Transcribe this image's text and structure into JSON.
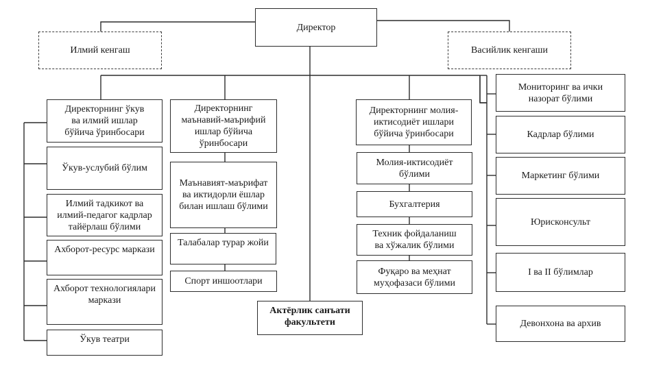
{
  "diagram": {
    "type": "org-chart",
    "root": {
      "id": "director",
      "label": "Директор"
    },
    "advisory": [
      {
        "id": "scientific-council",
        "label": "Илмий кенгаш",
        "style": "dashed"
      },
      {
        "id": "board-of-trustees",
        "label": "Васийлик кенгаши",
        "style": "dashed"
      }
    ],
    "branches": [
      {
        "id": "deputy-academic",
        "label": "Директорнинг ўкув\nва илмий ишлар\nбўйича ўринбосари",
        "children": [
          {
            "id": "educational-methodical",
            "label": "Ўкув-услубий бўлим"
          },
          {
            "id": "research-training",
            "label": "Илмий тадкикот ва\nилмий-педагог кадрлар\nтайёрлаш бўлими"
          },
          {
            "id": "info-resource-center",
            "label": "Ахборот-ресурс маркази"
          },
          {
            "id": "it-center",
            "label": "Ахборот технологиялари\nмаркази"
          },
          {
            "id": "training-theatre",
            "label": "Ўкув театри"
          }
        ]
      },
      {
        "id": "deputy-spiritual",
        "label": "Директорнинг\nмаънавий-маърифий\nишлар бўйича\nўринбосари",
        "children": [
          {
            "id": "spiritual-youth",
            "label": "Маънавият-маърифат\nва иктидорли ёшлар\nбилан ишлаш бўлими"
          },
          {
            "id": "dormitory",
            "label": "Талабалар турар жойи"
          },
          {
            "id": "sports-facilities",
            "label": "Спорт иншоотлари"
          }
        ]
      },
      {
        "id": "acting-faculty",
        "label": "Актёрлик санъати\nфакультети",
        "emphasis": "bold",
        "children": []
      },
      {
        "id": "deputy-finance",
        "label": "Директорнинг молия-\nиктисодиёт ишлари\nбўйича ўринбосари",
        "children": [
          {
            "id": "finance-economics",
            "label": "Молия-иктисодиёт\nбўлими"
          },
          {
            "id": "accounting",
            "label": "Бухгалтерия"
          },
          {
            "id": "technical-maintenance",
            "label": "Техник фойдаланиш\nва хўжалик бўлими"
          },
          {
            "id": "civil-labor-protection",
            "label": "Фуқаро ва меҳнат\nмуҳофазаси бўлими"
          }
        ]
      },
      {
        "id": "direct-units",
        "label": "",
        "children": [
          {
            "id": "monitoring",
            "label": "Мониторинг ва ички\nназорат бўлими"
          },
          {
            "id": "hr",
            "label": "Кадрлар бўлими"
          },
          {
            "id": "marketing",
            "label": "Маркетинг бўлими"
          },
          {
            "id": "legal",
            "label": "Юрисконсульт"
          },
          {
            "id": "first-second-departments",
            "label": "I ва II  бўлимлар"
          },
          {
            "id": "records-archive",
            "label": "Девонхона ва архив"
          }
        ]
      }
    ]
  }
}
